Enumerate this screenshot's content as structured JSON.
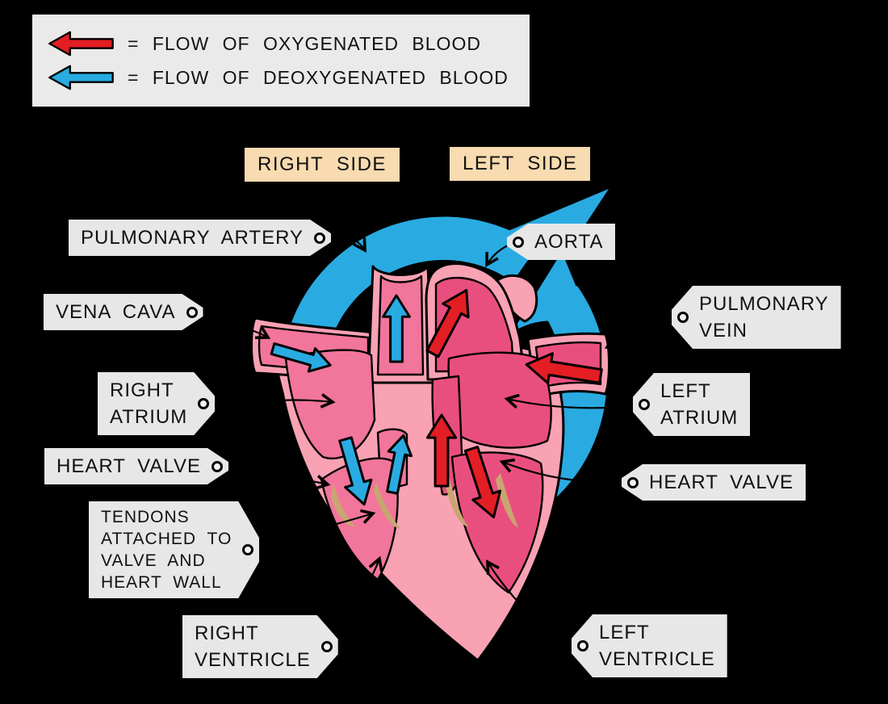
{
  "legend": {
    "oxygenated": {
      "label": "= FLOW OF OXYGENATED BLOOD"
    },
    "deoxygenated": {
      "label": "= FLOW OF DEOXYGENATED BLOOD"
    }
  },
  "side_headers": {
    "right": "RIGHT SIDE",
    "left": "LEFT SIDE"
  },
  "tags": {
    "pulmonary_artery": {
      "lines": [
        "PULMONARY ARTERY"
      ]
    },
    "aorta": {
      "lines": [
        "AORTA"
      ]
    },
    "vena_cava": {
      "lines": [
        "VENA CAVA"
      ]
    },
    "pulmonary_vein": {
      "lines": [
        "PULMONARY",
        "VEIN"
      ]
    },
    "right_atrium": {
      "lines": [
        "RIGHT",
        "ATRIUM"
      ]
    },
    "left_atrium": {
      "lines": [
        "LEFT",
        "ATRIUM"
      ]
    },
    "heart_valve_left": {
      "lines": [
        "HEART VALVE"
      ]
    },
    "heart_valve_right": {
      "lines": [
        "HEART VALVE"
      ]
    },
    "tendons": {
      "lines": [
        "TENDONS",
        "ATTACHED TO",
        "VALVE AND",
        "HEART WALL"
      ]
    },
    "right_ventricle": {
      "lines": [
        "RIGHT",
        "VENTRICLE"
      ]
    },
    "left_ventricle": {
      "lines": [
        "LEFT",
        "VENTRICLE"
      ]
    }
  },
  "colors": {
    "background": "#000000",
    "oxygenated_red": "#e31e24",
    "deoxygenated_blue": "#29abe2",
    "legend_background": "#eaeaea",
    "tag_background": "#e7e7e7",
    "side_header_background": "#f8dbb0",
    "heart_wall_pink": "#f8a2b4",
    "heart_chamber_pink": "#f2759b",
    "heart_chamber_dark_pink": "#e94f7e",
    "tendon_tan": "#c9a571",
    "outline": "#000000"
  }
}
